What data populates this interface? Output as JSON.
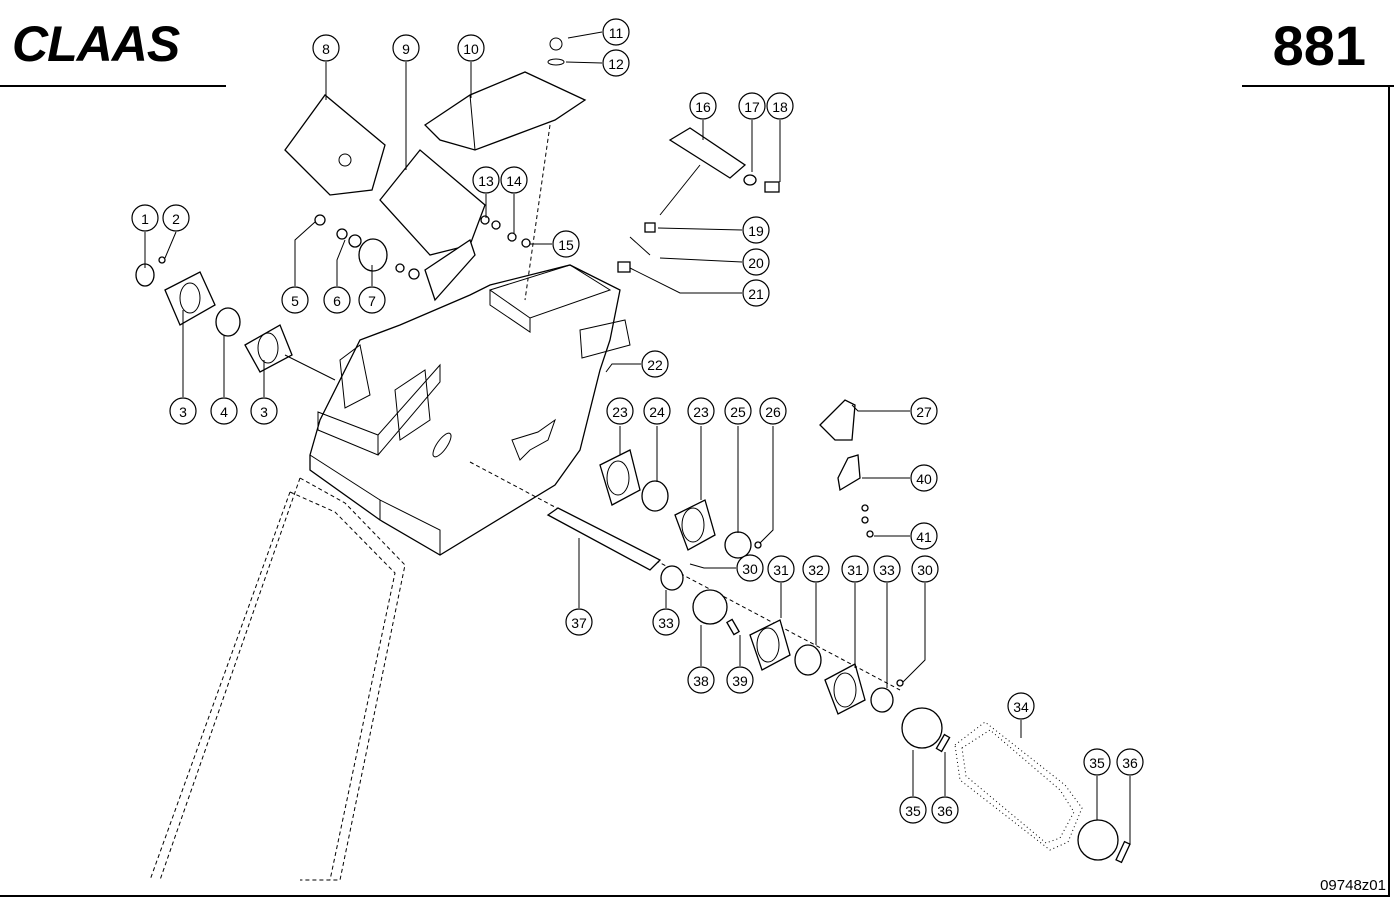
{
  "header": {
    "brand": "CLAAS",
    "page_number": "881"
  },
  "footer": {
    "drawing_id": "09748z01"
  },
  "callouts": [
    {
      "id": "c1",
      "label": "1"
    },
    {
      "id": "c2",
      "label": "2"
    },
    {
      "id": "c3a",
      "label": "3"
    },
    {
      "id": "c4",
      "label": "4"
    },
    {
      "id": "c3b",
      "label": "3"
    },
    {
      "id": "c5",
      "label": "5"
    },
    {
      "id": "c6",
      "label": "6"
    },
    {
      "id": "c7",
      "label": "7"
    },
    {
      "id": "c8",
      "label": "8"
    },
    {
      "id": "c9",
      "label": "9"
    },
    {
      "id": "c10",
      "label": "10"
    },
    {
      "id": "c11",
      "label": "11"
    },
    {
      "id": "c12",
      "label": "12"
    },
    {
      "id": "c13",
      "label": "13"
    },
    {
      "id": "c14",
      "label": "14"
    },
    {
      "id": "c15",
      "label": "15"
    },
    {
      "id": "c16",
      "label": "16"
    },
    {
      "id": "c17",
      "label": "17"
    },
    {
      "id": "c18",
      "label": "18"
    },
    {
      "id": "c19",
      "label": "19"
    },
    {
      "id": "c20",
      "label": "20"
    },
    {
      "id": "c21",
      "label": "21"
    },
    {
      "id": "c22",
      "label": "22"
    },
    {
      "id": "c23a",
      "label": "23"
    },
    {
      "id": "c24",
      "label": "24"
    },
    {
      "id": "c23b",
      "label": "23"
    },
    {
      "id": "c25",
      "label": "25"
    },
    {
      "id": "c26",
      "label": "26"
    },
    {
      "id": "c27",
      "label": "27"
    },
    {
      "id": "c40",
      "label": "40"
    },
    {
      "id": "c41",
      "label": "41"
    },
    {
      "id": "c30a",
      "label": "30"
    },
    {
      "id": "c31a",
      "label": "31"
    },
    {
      "id": "c32",
      "label": "32"
    },
    {
      "id": "c31b",
      "label": "31"
    },
    {
      "id": "c33b",
      "label": "33"
    },
    {
      "id": "c30b",
      "label": "30"
    },
    {
      "id": "c37",
      "label": "37"
    },
    {
      "id": "c33a",
      "label": "33"
    },
    {
      "id": "c38",
      "label": "38"
    },
    {
      "id": "c39",
      "label": "39"
    },
    {
      "id": "c34",
      "label": "34"
    },
    {
      "id": "c35a",
      "label": "35"
    },
    {
      "id": "c36a",
      "label": "36"
    },
    {
      "id": "c35b",
      "label": "35"
    },
    {
      "id": "c36b",
      "label": "36"
    }
  ]
}
